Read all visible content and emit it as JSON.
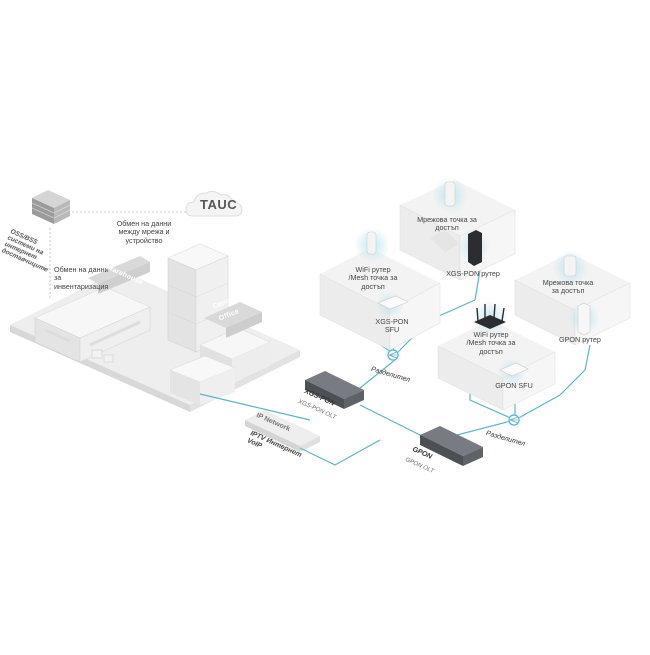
{
  "colors": {
    "fiber": "#5fb3c4",
    "glow": "#bfe6ef",
    "building": "#e9e9e9",
    "olt": "#5a5e63"
  },
  "labels": {
    "tauc": "TAUC",
    "oss_bss": "OSS/BSS\nсистеми на\nинтернет\nдоставчиците",
    "exchange_tauc": "Обмен на данни\nмежду мрежа и\nустройство",
    "exchange_inventory": "Обмен на данни\nза\nинвентаризация",
    "warehouse": "Warehouse",
    "central_office_1": "Central",
    "central_office_2": "Office",
    "ip_network": "IP Network",
    "services": "IPTV Интернет\nVoIP",
    "xgs_olt_title": "XGS-PON",
    "xgs_olt_sub": "XGS-PON OLT",
    "gpon_olt_title": "GPON",
    "gpon_olt_sub": "GPON OLT",
    "splitter_1": "Разделител",
    "splitter_2": "Разделител",
    "wifi_router_mesh_1": "WiFi рутер\n/Mesh точка за\nдостъп",
    "xgs_sfu": "XGS-PON\nSFU",
    "mesh_ap_1": "Мрежова точка за\nдостъп",
    "xgs_router": "XGS-PON рутер",
    "mesh_ap_2": "Мрежова точка\nза достъп",
    "gpon_router": "GPON рутер",
    "wifi_router_mesh_2": "WiFi рутер\n/Mesh точка за\nдостъп",
    "gpon_sfu": "GPON SFU"
  }
}
